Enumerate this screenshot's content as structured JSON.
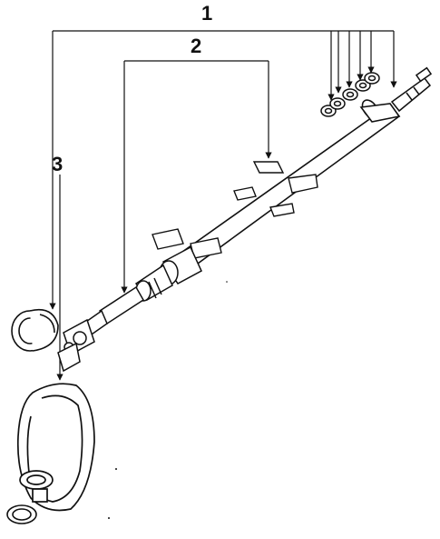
{
  "callouts": {
    "one": "1",
    "two": "2",
    "three": "3"
  },
  "colors": {
    "line": "#111111",
    "background": "#ffffff"
  }
}
